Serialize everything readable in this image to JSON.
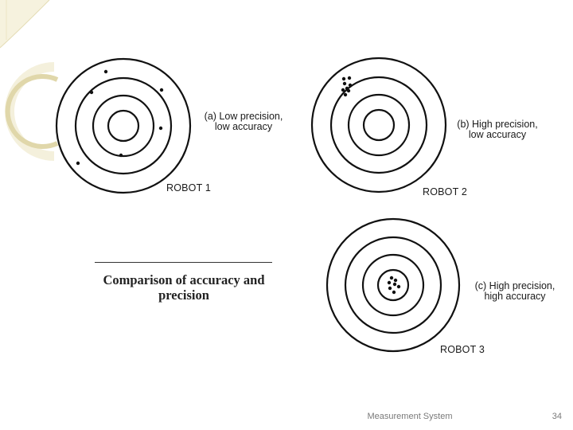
{
  "colors": {
    "ring": "#111111",
    "dot": "#111111",
    "decor_light": "#f3efd9",
    "decor_dark": "#ddd3a4"
  },
  "targets": [
    {
      "id": "robot1",
      "label_line1": "(a) Low precision,",
      "label_line2": "low accuracy",
      "robot": "ROBOT 1",
      "hits": [
        [
          -22,
          -68
        ],
        [
          48,
          -45
        ],
        [
          -40,
          -42
        ],
        [
          47,
          3
        ],
        [
          -3,
          37
        ],
        [
          -57,
          47
        ]
      ]
    },
    {
      "id": "robot2",
      "label_line1": "(b) High precision,",
      "label_line2": "low accuracy",
      "robot": "ROBOT 2",
      "hits": [
        [
          -44,
          -58
        ],
        [
          -37,
          -59
        ],
        [
          -43,
          -52
        ],
        [
          -36,
          -50
        ],
        [
          -40,
          -46
        ],
        [
          -45,
          -44
        ],
        [
          -38,
          -43
        ],
        [
          -42,
          -38
        ]
      ]
    },
    {
      "id": "robot3",
      "label_line1": "(c) High precision,",
      "label_line2": "high accuracy",
      "robot": "ROBOT 3",
      "hits": [
        [
          -2,
          -9
        ],
        [
          3,
          -6
        ],
        [
          -5,
          -3
        ],
        [
          2,
          -1
        ],
        [
          7,
          2
        ],
        [
          -4,
          4
        ],
        [
          1,
          9
        ]
      ]
    }
  ],
  "caption": {
    "line1": "Comparison of accuracy and",
    "line2": "precision"
  },
  "footer": {
    "text": "Measurement System",
    "page": "34"
  }
}
